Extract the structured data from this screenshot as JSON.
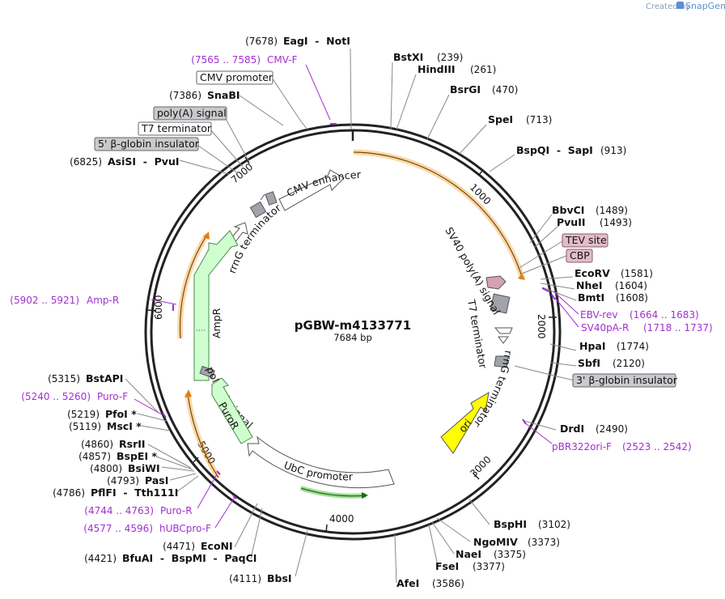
{
  "branding": {
    "created_by": "Created by",
    "app_name": "SnapGene"
  },
  "map": {
    "name": "pGBW-m4133771",
    "length": "7684 bp"
  },
  "ticks": [
    "1000",
    "2000",
    "3000",
    "4000",
    "5000",
    "6000",
    "7000"
  ],
  "enzymes_right": [
    {
      "name": "BstXI",
      "pos": "(239)"
    },
    {
      "name": "HindIII",
      "pos": "(261)"
    },
    {
      "name": "BsrGI",
      "pos": "(470)"
    },
    {
      "name": "SpeI",
      "pos": "(713)"
    },
    {
      "name": "BspQI  -  SapI",
      "pos": "(913)"
    },
    {
      "name": "BbvCI",
      "pos": "(1489)"
    },
    {
      "name": "PvuII",
      "pos": "(1493)"
    },
    {
      "name": "EcoRV",
      "pos": "(1581)"
    },
    {
      "name": "NheI",
      "pos": "(1604)"
    },
    {
      "name": "BmtI",
      "pos": "(1608)"
    },
    {
      "name": "HpaI",
      "pos": "(1774)"
    },
    {
      "name": "SbfI",
      "pos": "(2120)"
    },
    {
      "name": "DrdI",
      "pos": "(2490)"
    },
    {
      "name": "BspHI",
      "pos": "(3102)"
    },
    {
      "name": "NgoMIV",
      "pos": "(3373)"
    },
    {
      "name": "NaeI",
      "pos": "(3375)"
    },
    {
      "name": "FseI",
      "pos": "(3377)"
    },
    {
      "name": "AfeI",
      "pos": "(3586)"
    }
  ],
  "enzymes_left": [
    {
      "pos": "(7678)",
      "name": "EagI  -  NotI"
    },
    {
      "pos": "(7386)",
      "name": "SnaBI"
    },
    {
      "pos": "(6825)",
      "name": "AsiSI  -  PvuI"
    },
    {
      "pos": "(5315)",
      "name": "BstAPI"
    },
    {
      "pos": "(5219)",
      "name": "PfoI *"
    },
    {
      "pos": "(5119)",
      "name": "MscI *"
    },
    {
      "pos": "(4860)",
      "name": "RsrII"
    },
    {
      "pos": "(4857)",
      "name": "BspEI *"
    },
    {
      "pos": "(4800)",
      "name": "BsiWI"
    },
    {
      "pos": "(4793)",
      "name": "PasI"
    },
    {
      "pos": "(4786)",
      "name": "PflFI  -  Tth111I"
    },
    {
      "pos": "(4471)",
      "name": "EcoNI"
    },
    {
      "pos": "(4421)",
      "name": "BfuAI  -  BspMI  -  PaqCI"
    },
    {
      "pos": "(4111)",
      "name": "BbsI"
    }
  ],
  "primers": [
    {
      "name": "CMV-F",
      "range": "(7565 .. 7585)"
    },
    {
      "name": "Amp-R",
      "range": "(5902 .. 5921)"
    },
    {
      "name": "Puro-F",
      "range": "(5240 .. 5260)"
    },
    {
      "name": "Puro-R",
      "range": "(4744 .. 4763)"
    },
    {
      "name": "hUBCpro-F",
      "range": "(4577 .. 4596)"
    },
    {
      "name": "EBV-rev",
      "range": "(1664 .. 1683)"
    },
    {
      "name": "SV40pA-R",
      "range": "(1718 .. 1737)"
    },
    {
      "name": "pBR322ori-F",
      "range": "(2523 .. 2542)"
    }
  ],
  "boxed_labels": [
    {
      "text": "CMV promoter",
      "style": "white"
    },
    {
      "text": "poly(A) signal",
      "style": "gray"
    },
    {
      "text": "T7 terminator",
      "style": "white"
    },
    {
      "text": "5' β-globin insulator",
      "style": "gray"
    },
    {
      "text": "TEV site",
      "style": "pink"
    },
    {
      "text": "CBP",
      "style": "pink"
    },
    {
      "text": "3' β-globin insulator",
      "style": "gray"
    }
  ],
  "features": {
    "cmv_enhancer": "CMV enhancer",
    "rrng_terminator_left": "rrnG terminator",
    "ampr": "AmpR",
    "polya_left": "poly(A) signal",
    "puror": "PuroR",
    "ubc_promoter": "UbC promoter",
    "ori": "ori",
    "rrng_terminator_right": "rrnG terminator",
    "t7_terminator": "T7 terminator",
    "sv40_polya": "SV40 poly(A) signal"
  },
  "colors": {
    "backbone": "#222222",
    "orf_orange": "#f0a030",
    "orf_fill": "#fde7c0",
    "ampr": "#cfffcf",
    "ori": "#ffff00",
    "primer": "#a030d0",
    "gray_feature": "#a0a4aa",
    "pink_feature": "#d6a0b6",
    "green_orf": "#2e9a2e"
  }
}
